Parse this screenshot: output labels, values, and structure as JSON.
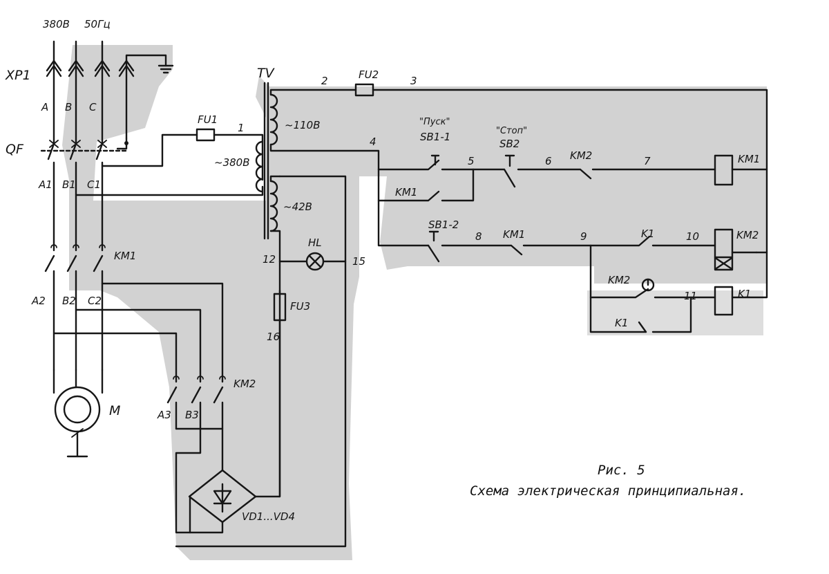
{
  "supply": {
    "voltage": "380В",
    "frequency": "50Гц"
  },
  "connector": {
    "xp1": "XP1",
    "phase_a": "A",
    "phase_b": "B",
    "phase_c": "C"
  },
  "breaker": {
    "qf": "QF",
    "a1": "A1",
    "b1": "B1",
    "c1": "C1"
  },
  "km1_power": {
    "label": "KM1",
    "a2": "A2",
    "b2": "B2",
    "c2": "C2"
  },
  "km2_power": {
    "label": "KM2",
    "a3": "A3",
    "b3": "B3"
  },
  "motor": {
    "label": "M"
  },
  "transformer": {
    "label": "TV",
    "primary": "~380В",
    "secondary_110": "~110В",
    "secondary_42": "~42В"
  },
  "fuses": {
    "fu1": "FU1",
    "fu2": "FU2",
    "fu3": "FU3"
  },
  "lamp": {
    "label": "HL"
  },
  "rectifier": {
    "label": "VD1...VD4"
  },
  "nodes": {
    "n1": "1",
    "n2": "2",
    "n3": "3",
    "n4": "4",
    "n5": "5",
    "n6": "6",
    "n7": "7",
    "n8": "8",
    "n9": "9",
    "n10": "10",
    "n11": "11",
    "n12": "12",
    "n15": "15",
    "n16": "16"
  },
  "control": {
    "start_name": "\"Пуск\"",
    "stop_name": "\"Стоп\"",
    "sb1_1": "SB1-1",
    "sb2": "SB2",
    "sb1_2": "SB1-2",
    "km1_hold": "KM1",
    "km1_interlock": "KM1",
    "km2_interlock": "KM2",
    "km2_aux": "KM2",
    "k1_contact": "K1",
    "k1_timed": "K1",
    "coil_km1": "KM1",
    "coil_km2": "KM2",
    "coil_k1": "K1"
  },
  "caption": {
    "figure": "Рис. 5",
    "title": "Схема электрическая принципиальная."
  },
  "colors": {
    "ink": "#161616",
    "paper": "#ffffff",
    "shade": "#d2d2d2"
  }
}
